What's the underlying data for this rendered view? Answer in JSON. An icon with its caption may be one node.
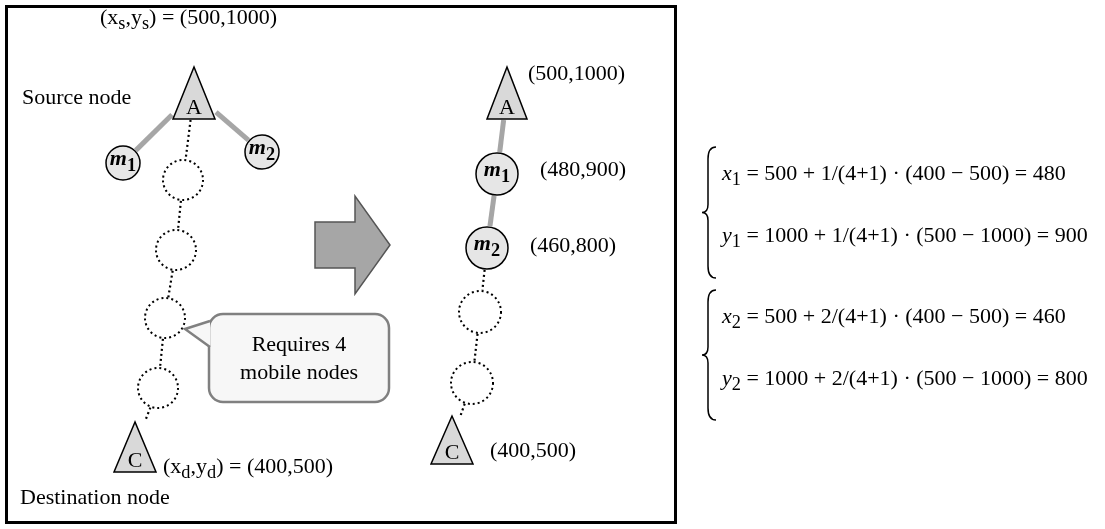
{
  "diagram": {
    "nodes": [
      {
        "text": [
          "A"
        ],
        "beside": [
          "(x$_{s}$,y$_{s}$) = (500,1000)",
          "Source node"
        ]
      },
      {
        "text": [
          "*m*$_{1}$"
        ]
      },
      {
        "text": [
          "*m*$_{2}$"
        ]
      },
      {
        "text": [],
        "shape": "circle"
      },
      {
        "text": [],
        "shape": "circle"
      },
      {
        "text": [],
        "shape": "circle"
      },
      {
        "text": [],
        "shape": "circle"
      },
      {
        "text": [
          "C"
        ],
        "beside": [
          "(x$_{d}$,y$_{d}$) = (400,500)",
          "Destination node"
        ]
      },
      {
        "text": [
          "Requires 4 mobile nodes"
        ]
      },
      {
        "text": [
          "A"
        ],
        "beside": [
          "(500,1000)"
        ]
      },
      {
        "text": [
          "*m*$_{1}$"
        ],
        "beside": [
          "(480,900)"
        ]
      },
      {
        "text": [
          "*m*$_{2}$"
        ],
        "beside": [
          "(460,800)"
        ]
      },
      {
        "text": [],
        "shape": "circle"
      },
      {
        "text": [],
        "shape": "circle"
      },
      {
        "text": [
          "C"
        ],
        "beside": [
          "(400,500)"
        ]
      }
    ],
    "edges": [
      {
        "from": 0,
        "to": 1,
        "arrow": "none",
        "style": "thick",
        "color": "#a6a6a6"
      },
      {
        "from": 0,
        "to": 2,
        "arrow": "none",
        "style": "thick",
        "color": "#a6a6a6"
      },
      {
        "from": 0,
        "to": 3,
        "arrow": "none",
        "style": "dashed"
      },
      {
        "from": 3,
        "to": 4,
        "arrow": "none",
        "style": "dashed"
      },
      {
        "from": 4,
        "to": 5,
        "arrow": "none",
        "style": "dashed"
      },
      {
        "from": 5,
        "to": 6,
        "arrow": "none",
        "style": "dashed"
      },
      {
        "from": 6,
        "to": 7,
        "arrow": "none",
        "style": "dashed"
      },
      {
        "from": 9,
        "to": 10,
        "arrow": "none",
        "style": "thick",
        "color": "#a6a6a6"
      },
      {
        "from": 10,
        "to": 11,
        "arrow": "none",
        "style": "thick",
        "color": "#a6a6a6"
      },
      {
        "from": 11,
        "to": 12,
        "arrow": "none",
        "style": "dashed"
      },
      {
        "from": 12,
        "to": 13,
        "arrow": "none",
        "style": "dashed"
      },
      {
        "from": 13,
        "to": 14,
        "arrow": "none",
        "style": "dashed"
      }
    ],
    "labels": [
      "*x*$_{1}$ = 500 + 1/(4+1) · (400 − 500) = 480",
      "*y*$_{1}$ = 1000 + 1/(4+1) · (500 − 1000) = 900",
      "*x*$_{2}$ = 500 + 2/(4+1) · (400 − 500) = 460",
      "*y*$_{2}$ = 1000 + 2/(4+1) · (500 − 1000) = 800"
    ]
  }
}
